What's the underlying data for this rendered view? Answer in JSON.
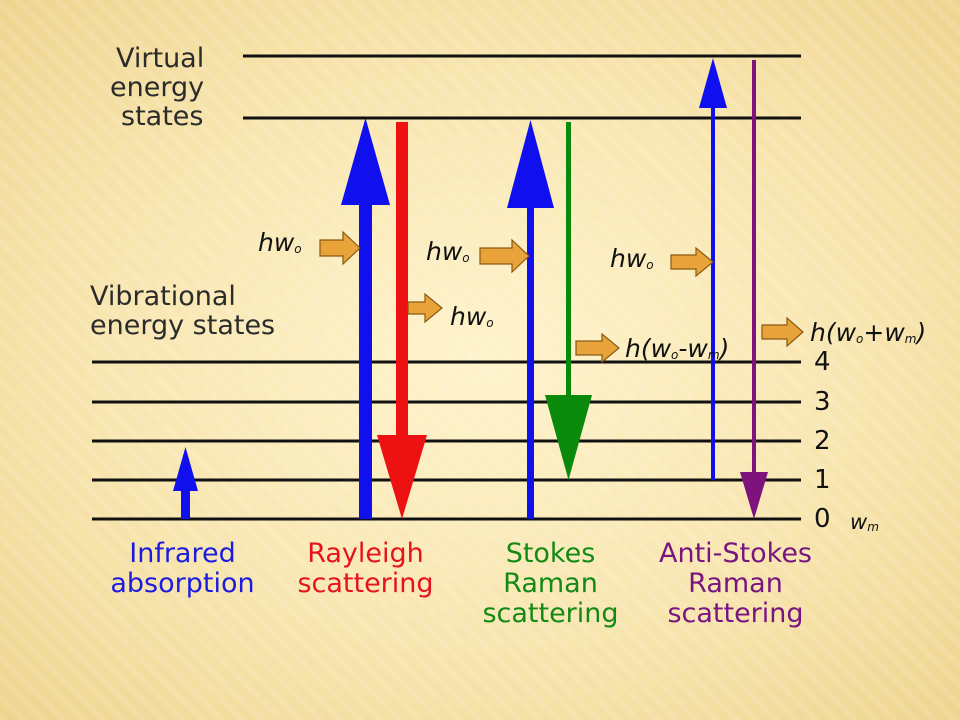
{
  "labels": {
    "virtual": [
      "Virtual",
      "energy",
      "states"
    ],
    "vibrational": [
      "Vibrational",
      "energy states"
    ]
  },
  "levels": [
    "4",
    "3",
    "2",
    "1",
    "0"
  ],
  "wm_label": {
    "base": "w",
    "sub": "m"
  },
  "photons": [
    {
      "pre": "hw",
      "sub": "o",
      "post": ""
    },
    {
      "pre": "hw",
      "sub": "o",
      "post": ""
    },
    {
      "pre": "hw",
      "sub": "o",
      "post": ""
    },
    {
      "pre": "hw",
      "sub": "o",
      "post": ""
    },
    {
      "pre": "h(w",
      "sub": "o",
      "mid": "-w",
      "sub2": "m",
      "post": ")"
    },
    {
      "pre": "h(w",
      "sub": "o",
      "mid": "+w",
      "sub2": "m",
      "post": ")"
    }
  ],
  "processes": [
    {
      "lines": [
        "Infrared",
        "absorption"
      ],
      "color": "#1c1ce0"
    },
    {
      "lines": [
        "Rayleigh",
        "scattering"
      ],
      "color": "#e5141c"
    },
    {
      "lines": [
        "Stokes",
        "Raman",
        "scattering"
      ],
      "color": "#138a13"
    },
    {
      "lines": [
        "Anti-Stokes",
        "Raman",
        "scattering"
      ],
      "color": "#7a1580"
    }
  ],
  "colors": {
    "blue": "#1010ee",
    "red": "#ee1111",
    "green": "#0a8a0a",
    "purple": "#7e137e",
    "photon_arrow": "#e8a33a",
    "line": "#111111"
  }
}
